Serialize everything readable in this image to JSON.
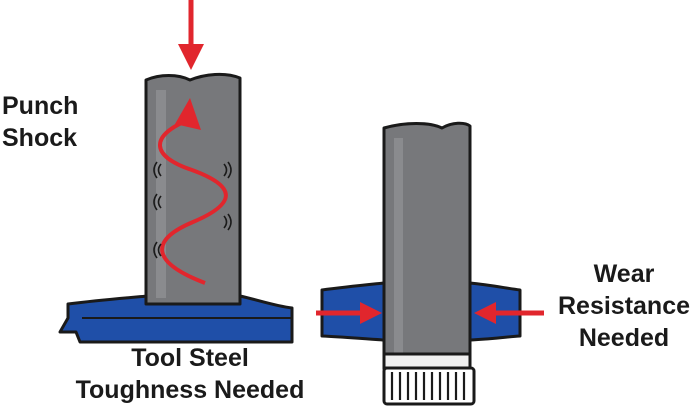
{
  "labels": {
    "punch_shock": {
      "line1": "Punch",
      "line2": "Shock"
    },
    "tool_steel": {
      "line1": "Tool Steel",
      "line2": "Toughness Needed"
    },
    "wear_resistance": {
      "line1": "Wear ",
      "line2": "Resistance",
      "line3": "Needed"
    }
  },
  "colors": {
    "steel_gray": "#77787b",
    "workpiece_blue": "#1f4fa8",
    "arrow_red": "#e1262d",
    "outline": "#1a1a1a"
  }
}
